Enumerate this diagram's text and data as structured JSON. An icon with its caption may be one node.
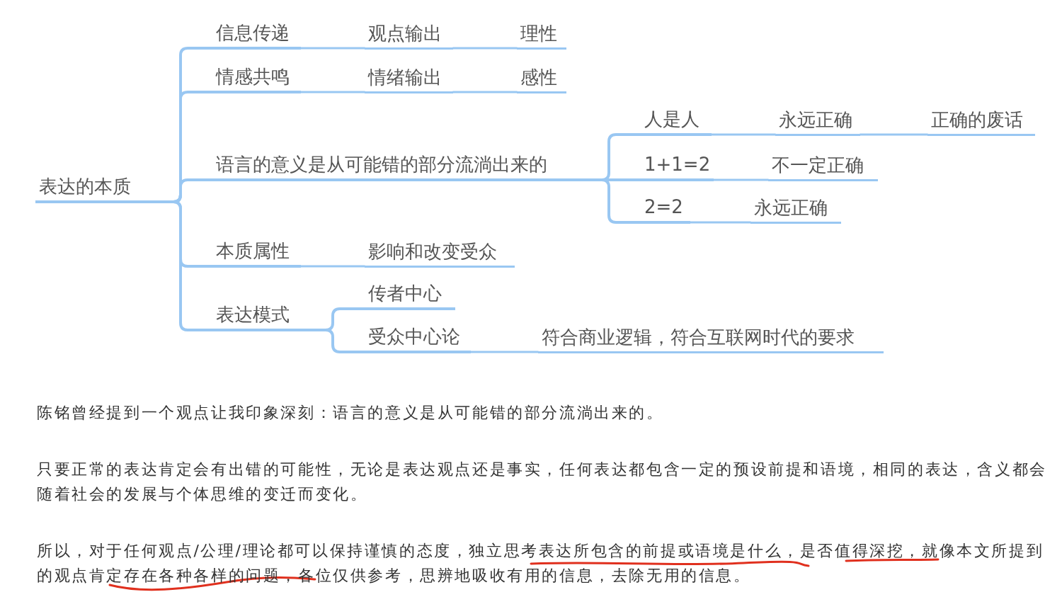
{
  "diagram": {
    "nodes": [
      {
        "text": [
          "表达的本质"
        ]
      },
      {
        "text": [
          "信息传递"
        ]
      },
      {
        "text": [
          "观点输出"
        ]
      },
      {
        "text": [
          "理性"
        ]
      },
      {
        "text": [
          "情感共鸣"
        ]
      },
      {
        "text": [
          "情绪输出"
        ]
      },
      {
        "text": [
          "感性"
        ]
      },
      {
        "text": [
          "语言的意义是从可能错的部分流淌出来的"
        ]
      },
      {
        "text": [
          "人是人"
        ]
      },
      {
        "text": [
          "永远正确"
        ]
      },
      {
        "text": [
          "正确的废话"
        ]
      },
      {
        "text": [
          "1+1=2"
        ]
      },
      {
        "text": [
          "不一定正确"
        ]
      },
      {
        "text": [
          "2=2"
        ]
      },
      {
        "text": [
          "永远正确"
        ]
      },
      {
        "text": [
          "本质属性"
        ]
      },
      {
        "text": [
          "影响和改变受众"
        ]
      },
      {
        "text": [
          "表达模式"
        ]
      },
      {
        "text": [
          "传者中心"
        ]
      },
      {
        "text": [
          "受众中心论"
        ]
      },
      {
        "text": [
          "符合商业逻辑，符合互联网时代的要求"
        ]
      }
    ],
    "edges": [
      {
        "from": 0,
        "to": 1,
        "arrow": "none"
      },
      {
        "from": 1,
        "to": 2,
        "arrow": "none"
      },
      {
        "from": 2,
        "to": 3,
        "arrow": "none"
      },
      {
        "from": 0,
        "to": 4,
        "arrow": "none"
      },
      {
        "from": 4,
        "to": 5,
        "arrow": "none"
      },
      {
        "from": 5,
        "to": 6,
        "arrow": "none"
      },
      {
        "from": 0,
        "to": 7,
        "arrow": "none"
      },
      {
        "from": 7,
        "to": 8,
        "arrow": "none"
      },
      {
        "from": 8,
        "to": 9,
        "arrow": "none"
      },
      {
        "from": 9,
        "to": 10,
        "arrow": "none"
      },
      {
        "from": 7,
        "to": 11,
        "arrow": "none"
      },
      {
        "from": 11,
        "to": 12,
        "arrow": "none"
      },
      {
        "from": 7,
        "to": 13,
        "arrow": "none"
      },
      {
        "from": 13,
        "to": 14,
        "arrow": "none"
      },
      {
        "from": 0,
        "to": 15,
        "arrow": "none"
      },
      {
        "from": 15,
        "to": 16,
        "arrow": "none"
      },
      {
        "from": 0,
        "to": 17,
        "arrow": "none"
      },
      {
        "from": 17,
        "to": 18,
        "arrow": "none"
      },
      {
        "from": 17,
        "to": 19,
        "arrow": "none"
      },
      {
        "from": 19,
        "to": 20,
        "arrow": "none"
      }
    ],
    "labels": [
      "陈铭曾经提到一个观点让我印象深刻：语言的意义是从可能错的部分流淌出来的。",
      "只要正常的表达肯定会有出错的可能性，无论是表达观点还是事实，任何表达都包含一定的预设前提和语境，相同的表达，含义都会随着社会的发展与个体思维的变迁而变化。",
      "所以，对于任何观点/公理/理论都可以保持谨慎的态度，独立思考表达所包含的前提或语境是什么，是否值得深挖，就像本文所提到的观点肯定存在各种各样的问题，各位仅供参考，思辨地吸收有用的信息，去除无用的信息。"
    ]
  }
}
